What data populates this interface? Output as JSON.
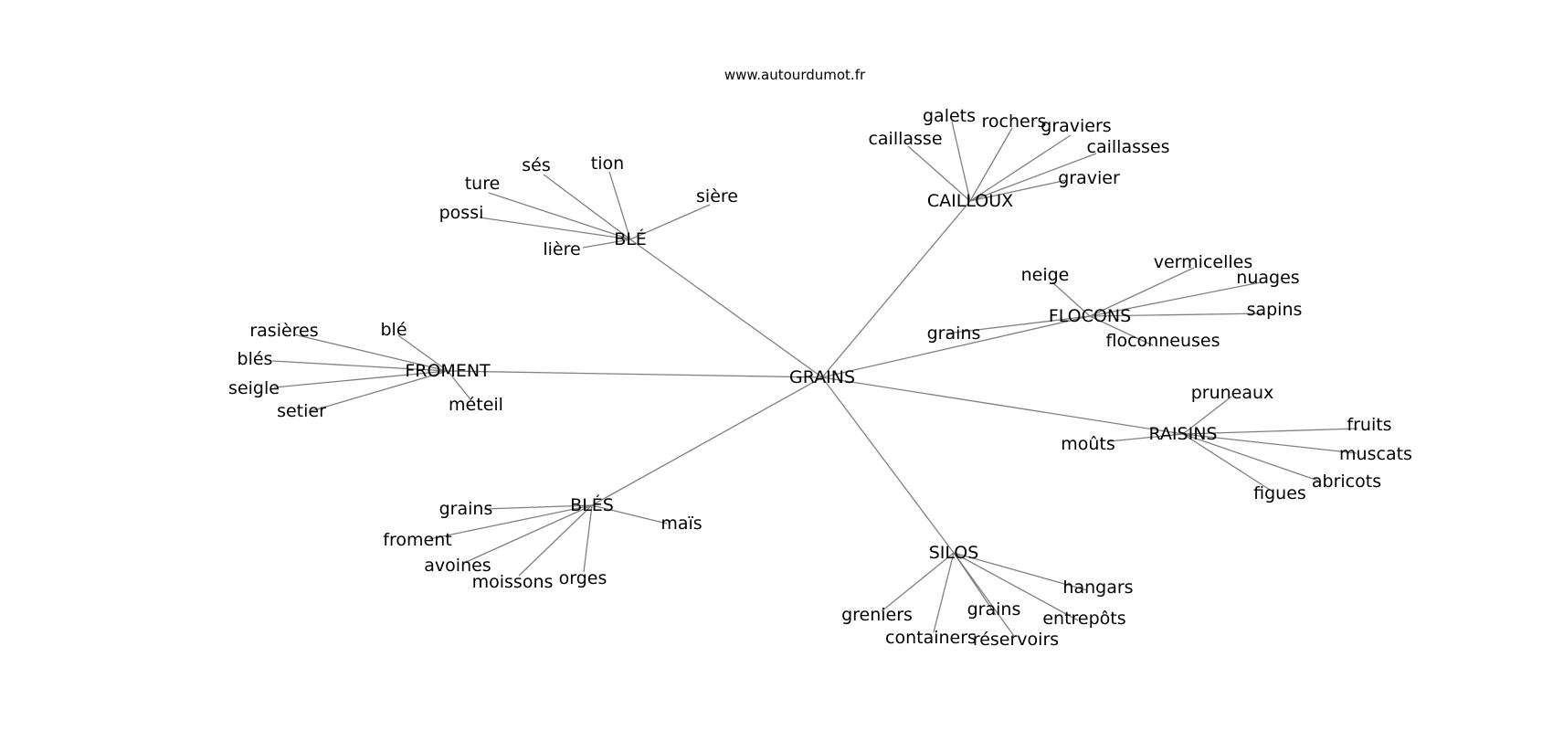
{
  "header": {
    "site": "www.autourdumot.fr"
  },
  "graph": {
    "center": "GRAINS",
    "hubs": [
      {
        "label": "BLÉ",
        "leaves": [
          "sés",
          "tion",
          "ture",
          "sière",
          "possi",
          "lière"
        ]
      },
      {
        "label": "CAILLOUX",
        "leaves": [
          "galets",
          "rochers",
          "graviers",
          "caillasse",
          "caillasses",
          "gravier"
        ]
      },
      {
        "label": "FLOCONS",
        "leaves": [
          "neige",
          "vermicelles",
          "nuages",
          "sapins",
          "floconneuses",
          "grains"
        ]
      },
      {
        "label": "FROMENT",
        "leaves": [
          "rasières",
          "blé",
          "blés",
          "seigle",
          "setier",
          "méteil"
        ]
      },
      {
        "label": "RAISINS",
        "leaves": [
          "pruneaux",
          "fruits",
          "muscats",
          "abricots",
          "figues",
          "moûts"
        ]
      },
      {
        "label": "BLÉS",
        "leaves": [
          "grains",
          "froment",
          "avoines",
          "moissons",
          "orges",
          "maïs"
        ]
      },
      {
        "label": "SILOS",
        "leaves": [
          "hangars",
          "entrepôts",
          "grains",
          "réservoirs",
          "containers",
          "greniers"
        ]
      }
    ]
  }
}
